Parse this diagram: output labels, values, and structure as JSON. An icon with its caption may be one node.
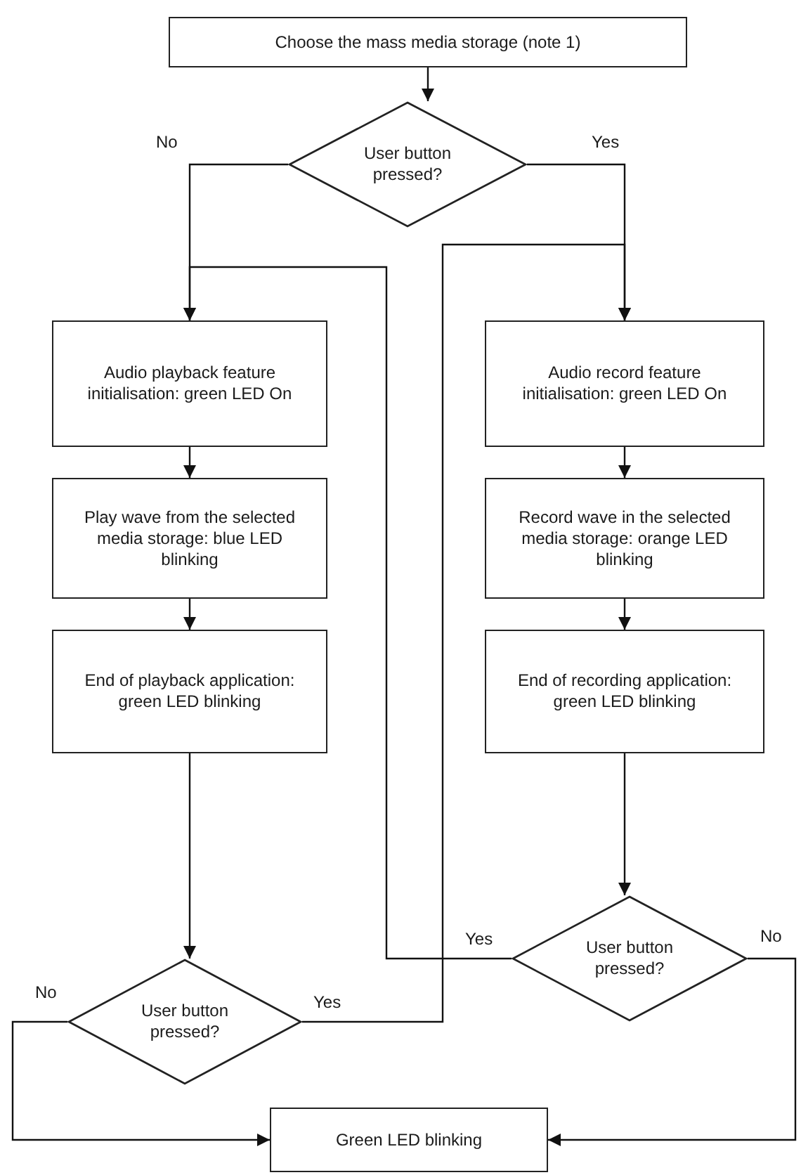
{
  "diagram": {
    "nodes": [
      {
        "text": [
          "Choose the mass media storage (note 1)"
        ]
      },
      {
        "text": [
          "User button pressed?"
        ]
      },
      {
        "text": [
          "Audio playback feature initialisation: green LED On"
        ]
      },
      {
        "text": [
          "Audio record feature initialisation: green LED On"
        ]
      },
      {
        "text": [
          "Play wave from the selected media storage: blue LED blinking"
        ]
      },
      {
        "text": [
          "Record wave in the selected media storage: orange LED blinking"
        ]
      },
      {
        "text": [
          "End of playback application: green LED blinking"
        ]
      },
      {
        "text": [
          "End of recording application: green LED blinking"
        ]
      },
      {
        "text": [
          "User button pressed?"
        ]
      },
      {
        "text": [
          "User button pressed?"
        ]
      },
      {
        "text": [
          "Green LED blinking"
        ]
      }
    ],
    "edges": [
      {
        "from": 0,
        "to": 1,
        "arrow": "to"
      },
      {
        "from": 1,
        "to": 2,
        "arrow": "to",
        "label": "No"
      },
      {
        "from": 1,
        "to": 3,
        "arrow": "to",
        "label": "Yes"
      },
      {
        "from": 2,
        "to": 4,
        "arrow": "to"
      },
      {
        "from": 4,
        "to": 6,
        "arrow": "to"
      },
      {
        "from": 3,
        "to": 5,
        "arrow": "to"
      },
      {
        "from": 5,
        "to": 7,
        "arrow": "to"
      },
      {
        "from": 6,
        "to": 9,
        "arrow": "to"
      },
      {
        "from": 7,
        "to": 8,
        "arrow": "to"
      },
      {
        "from": 8,
        "to": 2,
        "arrow": "to",
        "label": "Yes"
      },
      {
        "from": 8,
        "to": 10,
        "arrow": "to",
        "label": "No"
      },
      {
        "from": 9,
        "to": 3,
        "arrow": "to",
        "label": "Yes"
      },
      {
        "from": 9,
        "to": 10,
        "arrow": "to",
        "label": "No"
      }
    ]
  }
}
